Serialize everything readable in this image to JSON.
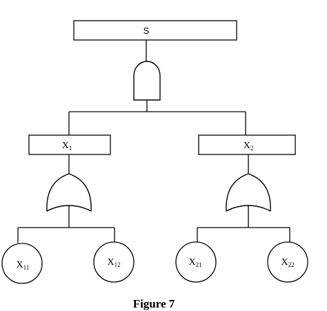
{
  "diagram": {
    "top_event": {
      "label": "S"
    },
    "top_gate": {
      "type": "AND"
    },
    "intermediate_events": [
      {
        "label": "X",
        "sub": "1",
        "gate": "OR"
      },
      {
        "label": "X",
        "sub": "2",
        "gate": "OR"
      }
    ],
    "basic_events": [
      {
        "label": "X",
        "sub": "11"
      },
      {
        "label": "X",
        "sub": "12"
      },
      {
        "label": "X",
        "sub": "21"
      },
      {
        "label": "X",
        "sub": "22"
      }
    ]
  },
  "caption": "Figure 7"
}
